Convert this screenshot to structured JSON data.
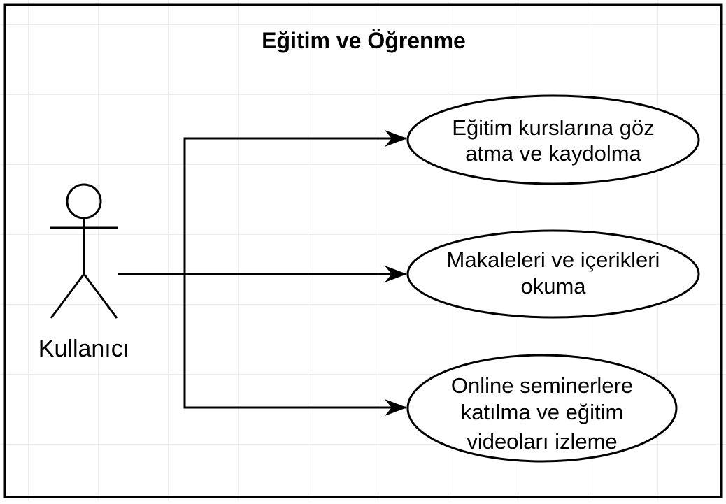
{
  "diagram": {
    "title": "Eğitim ve Öğrenme",
    "actor": {
      "label": "Kullanıcı"
    },
    "use_cases": [
      {
        "lines": [
          "Eğitim kurslarına göz",
          "atma ve kaydolma"
        ]
      },
      {
        "lines": [
          "Makaleleri ve içerikleri",
          "okuma"
        ]
      },
      {
        "lines": [
          "Online seminerlere",
          "katılma ve eğitim",
          "videoları izleme"
        ]
      }
    ]
  }
}
